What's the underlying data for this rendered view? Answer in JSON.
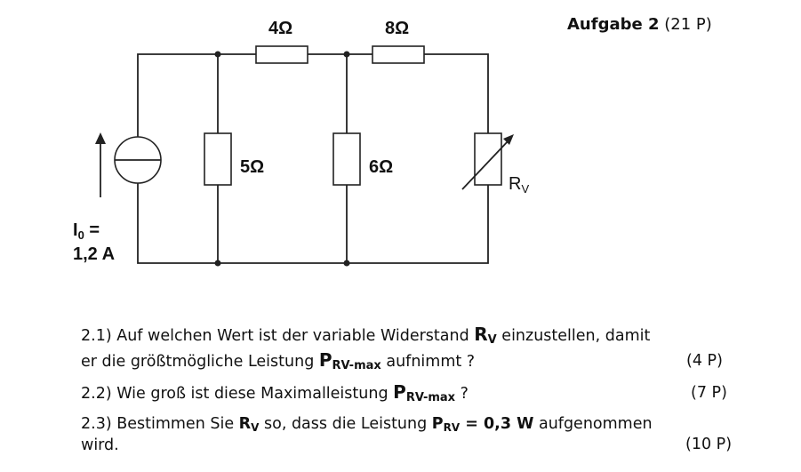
{
  "header": {
    "title": "Aufgabe 2",
    "points": "(21 P)"
  },
  "circuit": {
    "r_top_left": "4Ω",
    "r_top_right": "8Ω",
    "r_shunt_left": "5Ω",
    "r_shunt_mid": "6Ω",
    "r_var_main": "R",
    "r_var_sub": "V",
    "source_label_main": "I",
    "source_label_sub": "0",
    "source_label_eq": " =",
    "source_value": "1,2 A"
  },
  "questions": {
    "q1": {
      "t1": "2.1) Auf welchen Wert ist der variable Widerstand ",
      "s1_main": "R",
      "s1_sub": "V",
      "t2": " einzustellen, damit",
      "t3": "er die größtmögliche Leistung ",
      "s2_main": "P",
      "s2_sub": "RV-max",
      "t4": " aufnimmt ?",
      "points": "(4 P)"
    },
    "q2": {
      "t1": "2.2) Wie groß ist diese Maximalleistung ",
      "s1_main": "P",
      "s1_sub": "RV-max",
      "t2": " ?",
      "points": "(7 P)"
    },
    "q3": {
      "t1": "2.3) Bestimmen Sie ",
      "s1_main": "R",
      "s1_sub": "V",
      "t2": " so, dass die Leistung ",
      "s2_main": "P",
      "s2_sub": "RV",
      "s2_eq": " = 0,3 W",
      "t3": " aufgenommen",
      "t4": "wird.",
      "points": "(10 P)"
    }
  }
}
